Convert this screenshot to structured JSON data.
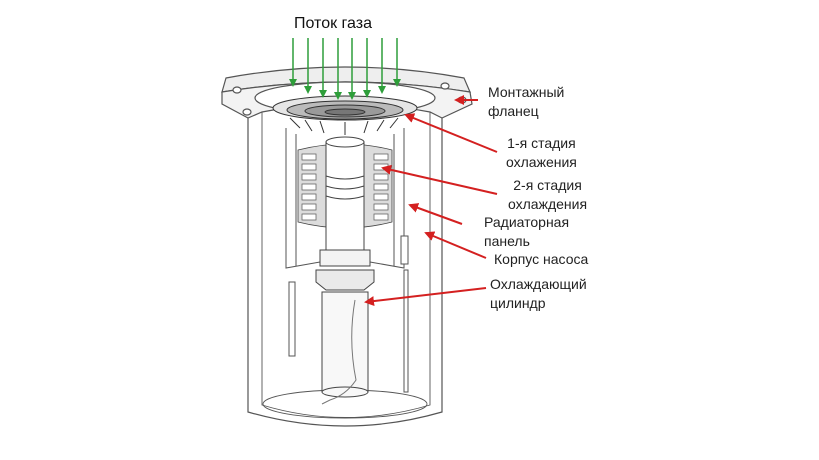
{
  "title": "Поток газа",
  "labels": {
    "flange": [
      "Монтажный",
      "фланец"
    ],
    "stage1": [
      "1-я стадия",
      "охлажения"
    ],
    "stage2": [
      "2-я стадия",
      "охлаждения"
    ],
    "radiator": [
      "Радиаторная",
      "панель"
    ],
    "body": [
      "Корпус насоса"
    ],
    "cylinder": [
      "Охлаждающий",
      "цилиндр"
    ]
  },
  "colors": {
    "gas_arrow": "#2e9e3a",
    "pointer_arrow": "#d42020",
    "outline": "#555555"
  }
}
